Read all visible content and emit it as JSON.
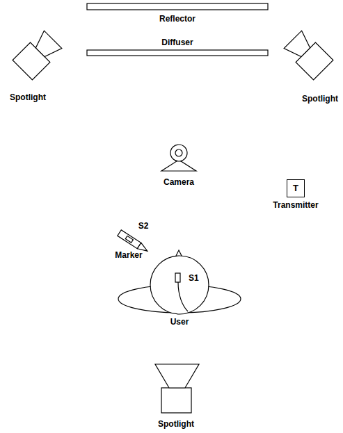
{
  "diagram": {
    "nodes": [
      {
        "text": [
          "T",
          "Transmitter"
        ]
      }
    ],
    "labels": [
      "Reflector",
      "Diffuser",
      "Spotlight",
      "Spotlight",
      "Camera",
      "S2",
      "Marker",
      "S1",
      "User",
      "Spotlight"
    ]
  }
}
